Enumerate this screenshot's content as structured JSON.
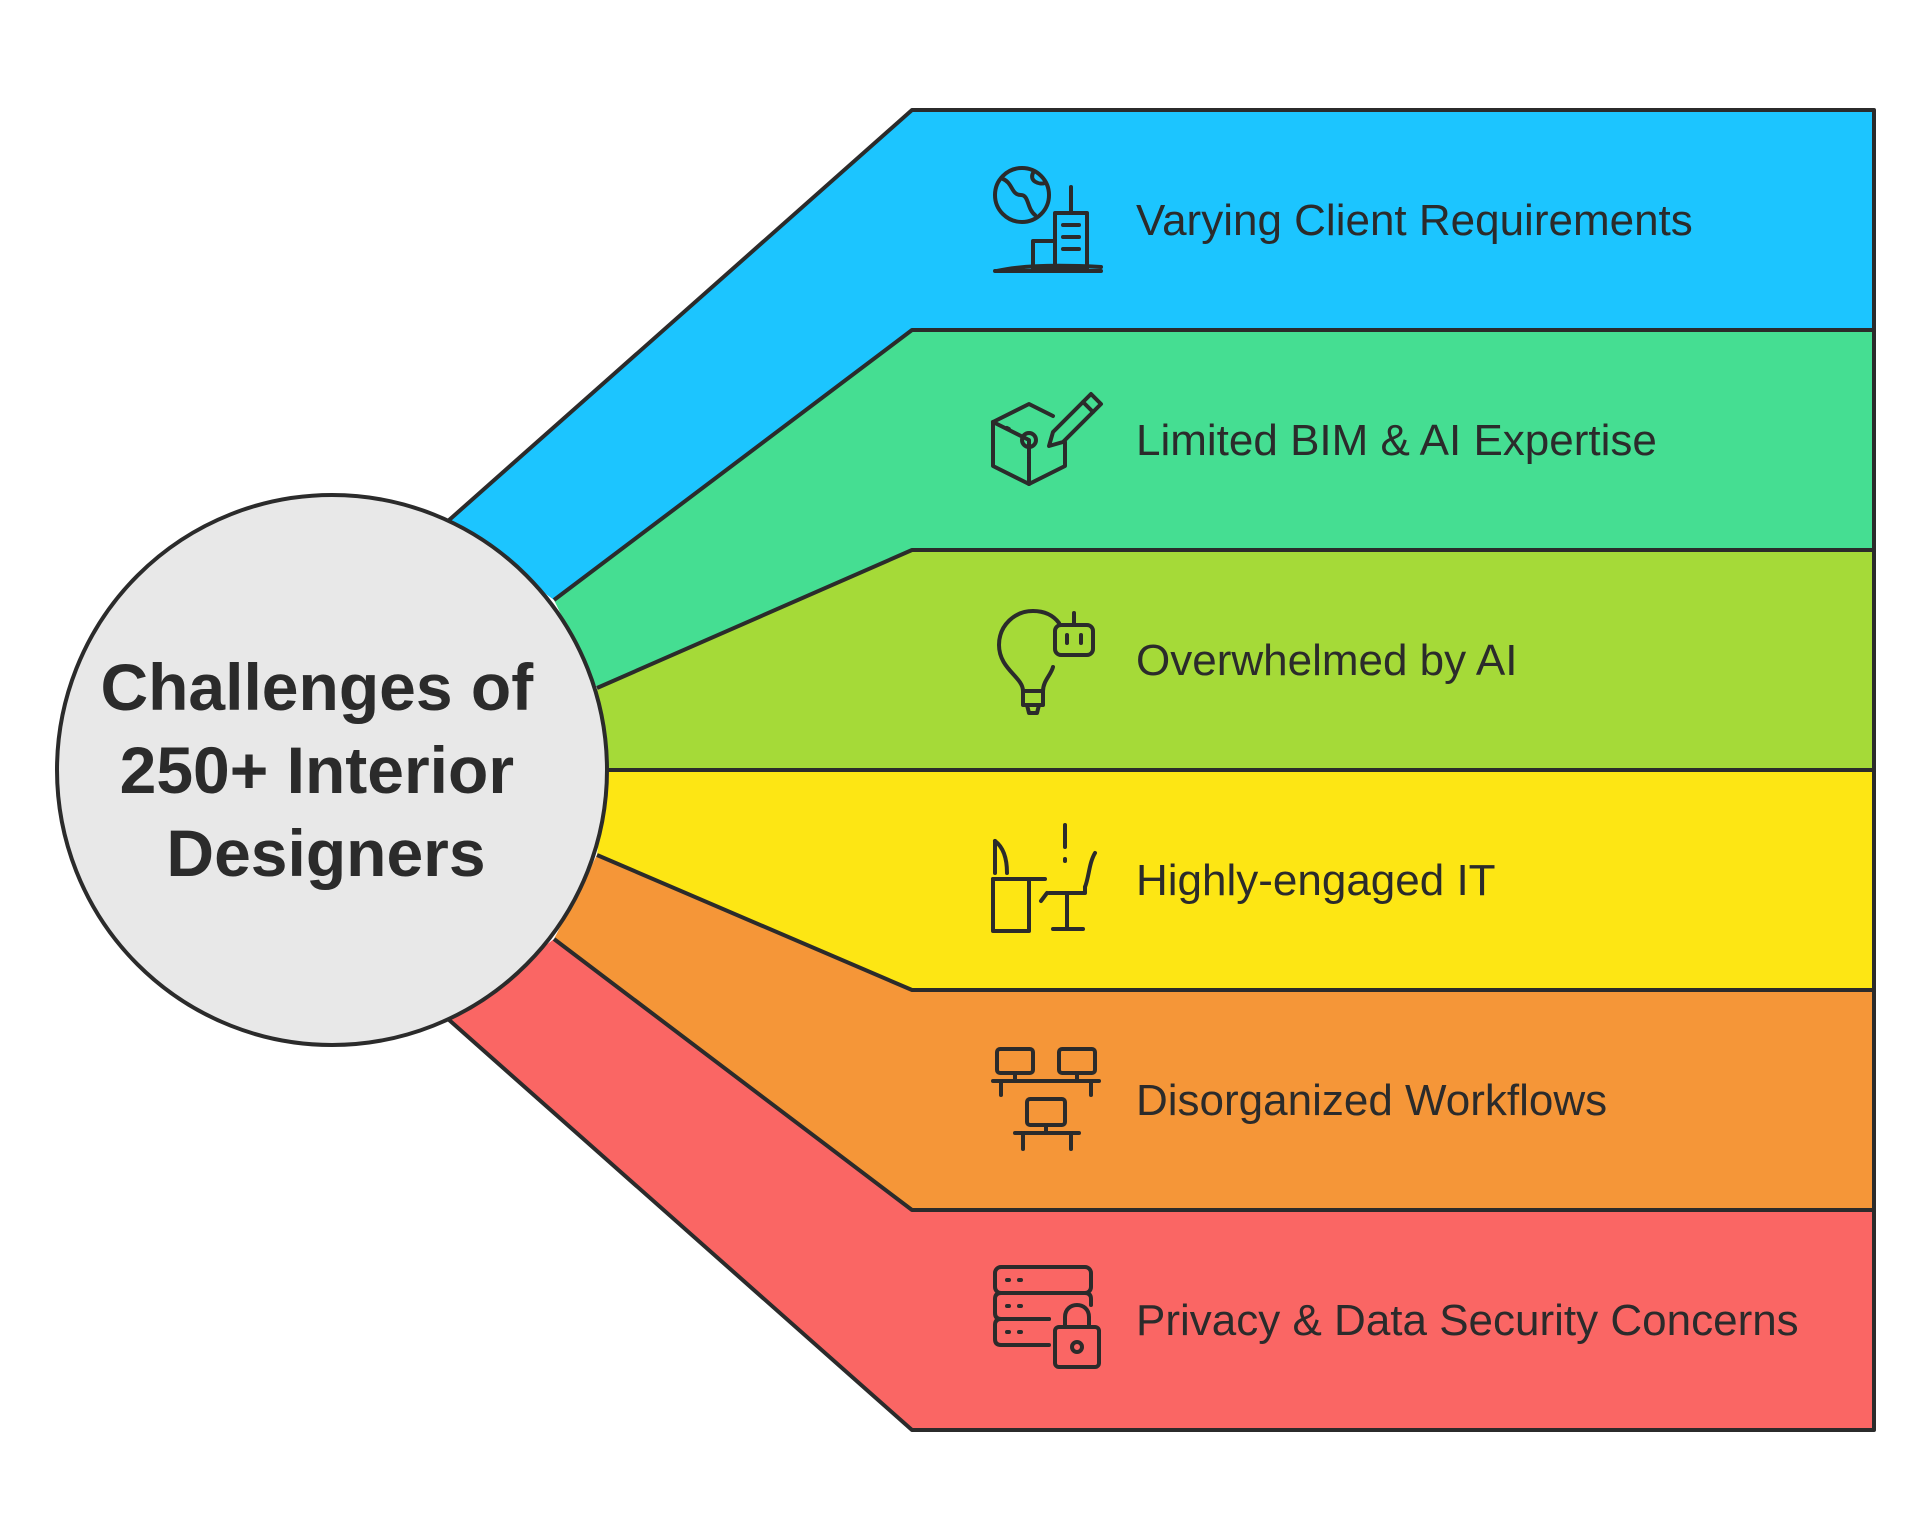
{
  "center": {
    "lines": [
      "Challenges of",
      "250+ Interior",
      "Designers"
    ],
    "fill": "#e8e8e8"
  },
  "bands": [
    {
      "label": "Varying Client Requirements",
      "color": "#1cc5ff",
      "icon": "globe-city-icon"
    },
    {
      "label": "Limited BIM & AI Expertise",
      "color": "#45de92",
      "icon": "cube-pencil-icon"
    },
    {
      "label": "Overwhelmed by AI",
      "color": "#a5da38",
      "icon": "lightbulb-robot-icon"
    },
    {
      "label": "Highly-engaged IT",
      "color": "#fde614",
      "icon": "desk-chairs-alert-icon"
    },
    {
      "label": "Disorganized Workflows",
      "color": "#f59638",
      "icon": "scattered-workstations-icon"
    },
    {
      "label": "Privacy & Data Security Concerns",
      "color": "#fa6664",
      "icon": "server-lock-icon"
    }
  ],
  "colors": {
    "stroke": "#2b2b2b",
    "background": "#ffffff"
  }
}
